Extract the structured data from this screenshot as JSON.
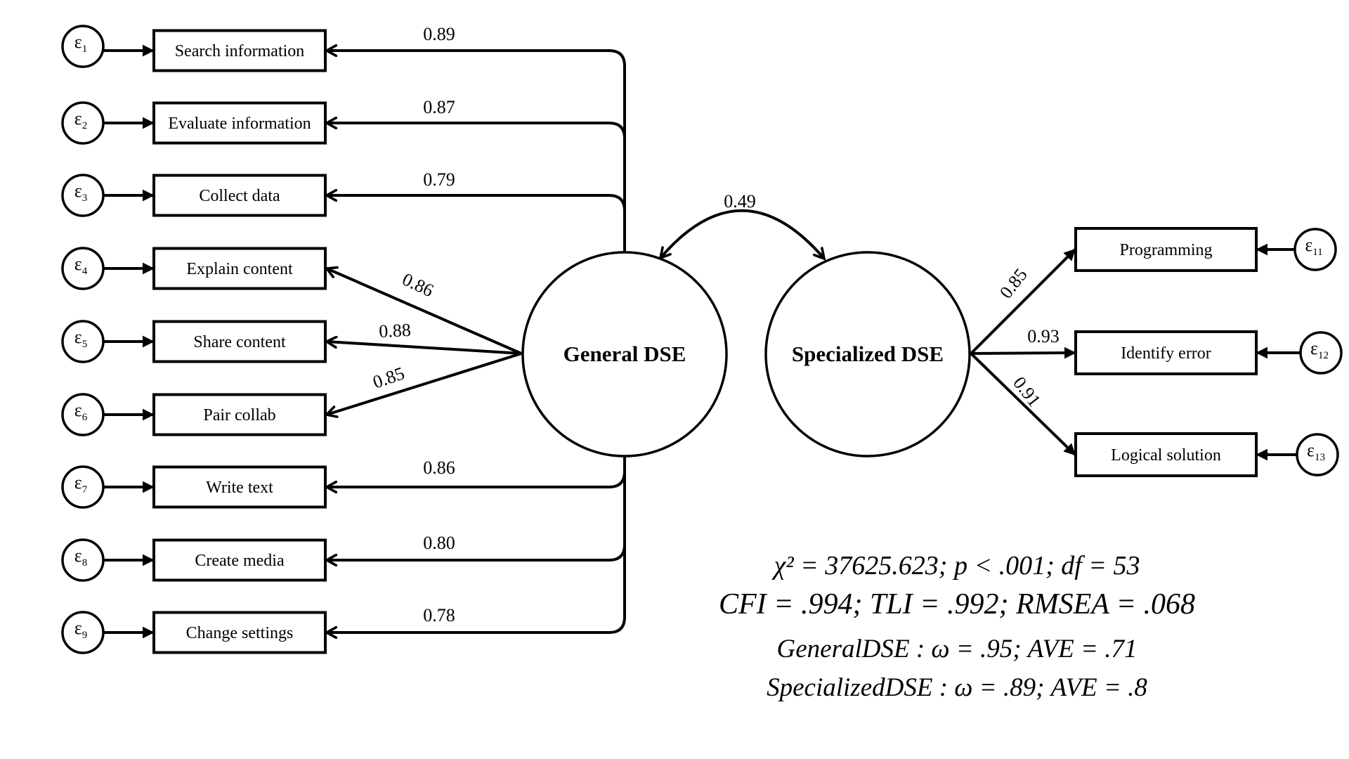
{
  "diagram": {
    "title": "Structural equation model: General DSE and Specialized DSE",
    "latents": [
      {
        "id": "general",
        "label": "General DSE"
      },
      {
        "id": "specialized",
        "label": "Specialized DSE"
      }
    ],
    "correlation": {
      "from": "general",
      "to": "specialized",
      "label": "0.49",
      "value": 0.49
    },
    "indicators": [
      {
        "label": "Search information",
        "latent": "general",
        "error": "ε",
        "error_index": "1",
        "loading": "0.89"
      },
      {
        "label": "Evaluate information",
        "latent": "general",
        "error": "ε",
        "error_index": "2",
        "loading": "0.87"
      },
      {
        "label": "Collect data",
        "latent": "general",
        "error": "ε",
        "error_index": "3",
        "loading": "0.79"
      },
      {
        "label": "Explain content",
        "latent": "general",
        "error": "ε",
        "error_index": "4",
        "loading": "0.86"
      },
      {
        "label": "Share content",
        "latent": "general",
        "error": "ε",
        "error_index": "5",
        "loading": "0.88"
      },
      {
        "label": "Pair collab",
        "latent": "general",
        "error": "ε",
        "error_index": "6",
        "loading": "0.85"
      },
      {
        "label": "Write text",
        "latent": "general",
        "error": "ε",
        "error_index": "7",
        "loading": "0.86"
      },
      {
        "label": "Create media",
        "latent": "general",
        "error": "ε",
        "error_index": "8",
        "loading": "0.80"
      },
      {
        "label": "Change settings",
        "latent": "general",
        "error": "ε",
        "error_index": "9",
        "loading": "0.78"
      },
      {
        "label": "Programming",
        "latent": "specialized",
        "error": "ε",
        "error_index": "11",
        "loading": "0.85"
      },
      {
        "label": "Identify error",
        "latent": "specialized",
        "error": "ε",
        "error_index": "12",
        "loading": "0.93"
      },
      {
        "label": "Logical solution",
        "latent": "specialized",
        "error": "ε",
        "error_index": "13",
        "loading": "0.91"
      }
    ],
    "fit_statistics": {
      "line1": "χ² = 37625.623; p < .001; df = 53",
      "line2": "CFI = .994; TLI = .992; RMSEA = .068",
      "line3": "GeneralDSE : ω = .95; AVE = .71",
      "line4": "SpecializedDSE : ω = .89; AVE = .8",
      "chi_square": "37625.623",
      "p": "< .001",
      "df": "53",
      "cfi": ".994",
      "tli": ".992",
      "rmsea": ".068",
      "general_omega": ".95",
      "general_ave": ".71",
      "specialized_omega": ".89",
      "specialized_ave": ".8"
    }
  }
}
